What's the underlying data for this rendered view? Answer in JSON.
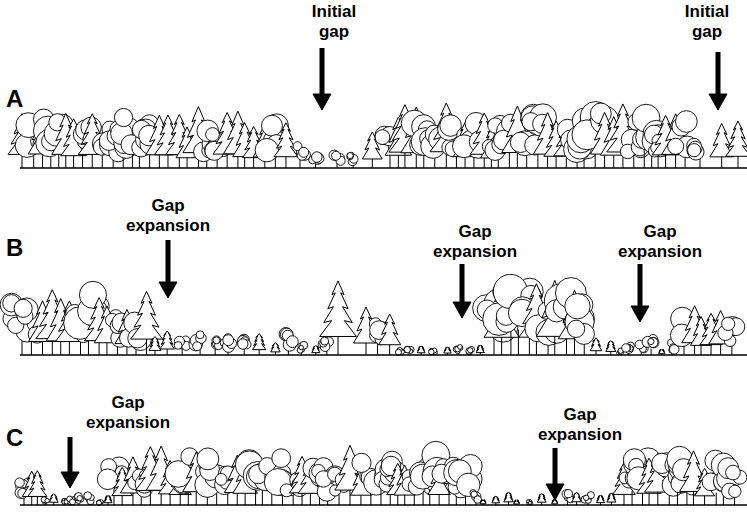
{
  "diagram": {
    "labels": [
      "Initial gap",
      "Initial gap",
      "A",
      "Gap expansion",
      "Gap expansion",
      "Gap expansion",
      "B",
      "Gap expansion",
      "Gap expansion",
      "C"
    ]
  }
}
